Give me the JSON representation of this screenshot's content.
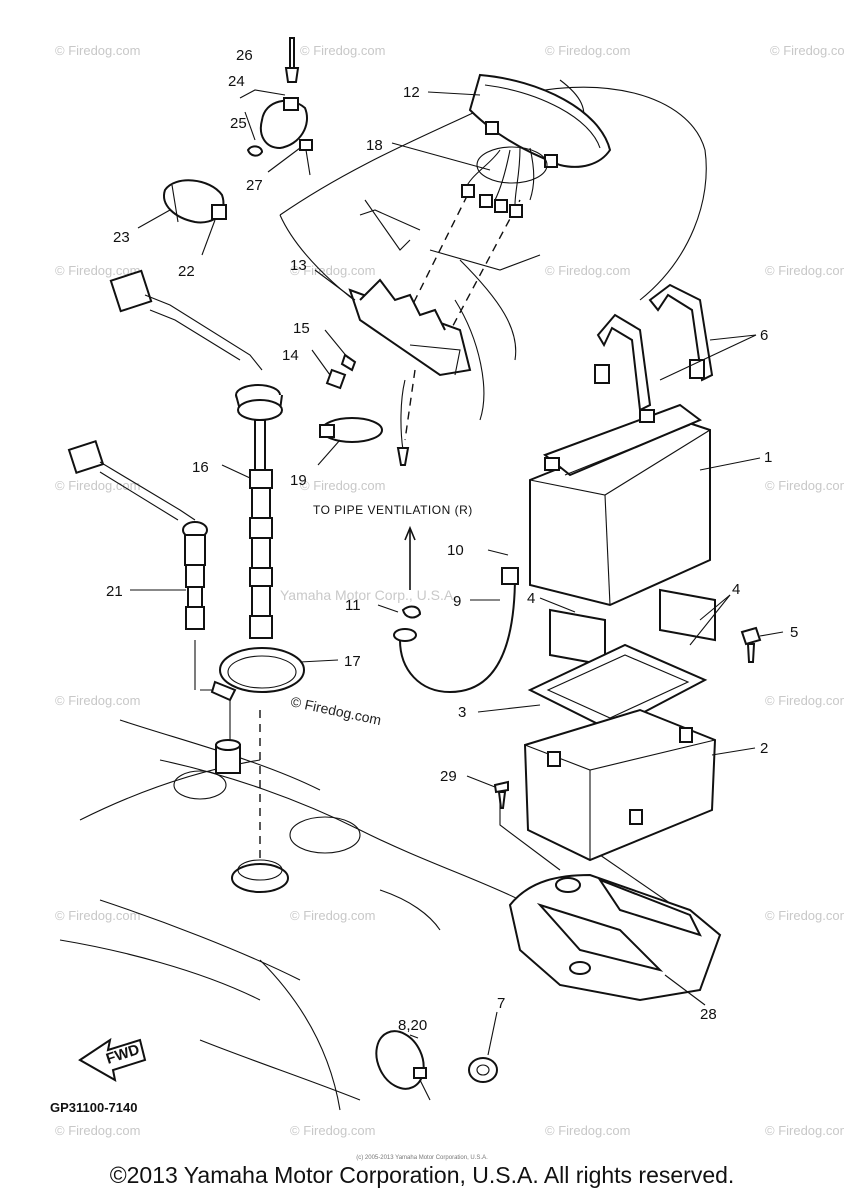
{
  "diagram": {
    "code": "GP31100-7140",
    "copyright": "©2013 Yamaha Motor Corporation, U.S.A. All rights reserved.",
    "small_copyright": "(c) 2005-2013 Yamaha Motor Corporation, U.S.A.",
    "center_watermark": "Yamaha Motor Corp., U.S.A.",
    "firedog_mark": "© Firedog.com",
    "watermark": "© Firedog.com",
    "fwd_label": "FWD",
    "vent_note": "TO PIPE VENTILATION (R)",
    "callouts": {
      "c1": "1",
      "c2": "2",
      "c3": "3",
      "c4a": "4",
      "c4b": "4",
      "c5": "5",
      "c6": "6",
      "c7": "7",
      "c8_20": "8,20",
      "c9": "9",
      "c10": "10",
      "c11": "11",
      "c12": "12",
      "c13": "13",
      "c14": "14",
      "c15": "15",
      "c16": "16",
      "c17": "17",
      "c18": "18",
      "c19": "19",
      "c21": "21",
      "c22": "22",
      "c23": "23",
      "c24": "24",
      "c25": "25",
      "c26": "26",
      "c27": "27",
      "c28": "28",
      "c29": "29"
    }
  }
}
